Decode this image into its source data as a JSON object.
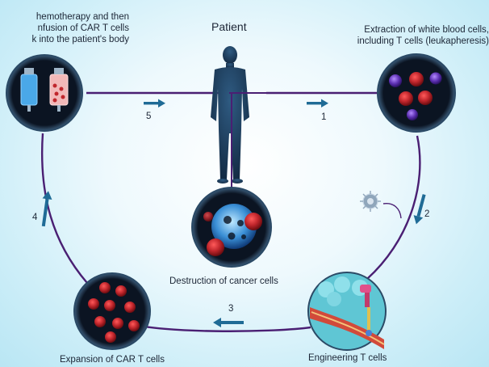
{
  "title": "Patient",
  "steps": [
    {
      "number": "1",
      "label": "Extraction of white blood cells, including T cells (leukapheresis)"
    },
    {
      "number": "2",
      "label": "Engineering T cells"
    },
    {
      "number": "3",
      "label": "Expansion of CAR T cells"
    },
    {
      "number": "4",
      "label": "Chemotherapy and then infusion of CAR T cells back into the patient's body"
    },
    {
      "number": "5",
      "label": ""
    }
  ],
  "label_lines": {
    "extraction_line1": "Extraction of white blood cells,",
    "extraction_line2": "including T cells (leukapheresis)",
    "infusion_line1": "hemotherapy and then",
    "infusion_line2": "nfusion of CAR T cells",
    "infusion_line3": "k into the patient's body",
    "engineering": "Engineering T cells",
    "expansion": "Expansion of CAR T cells",
    "destruction": "Destruction of cancer cells"
  },
  "colors": {
    "loop_line": "#4a1f73",
    "arrow": "#1f6b96",
    "circle_bg": "#0b1422",
    "cancer_red": "#c0262c",
    "patient": "#1d3e5e"
  }
}
